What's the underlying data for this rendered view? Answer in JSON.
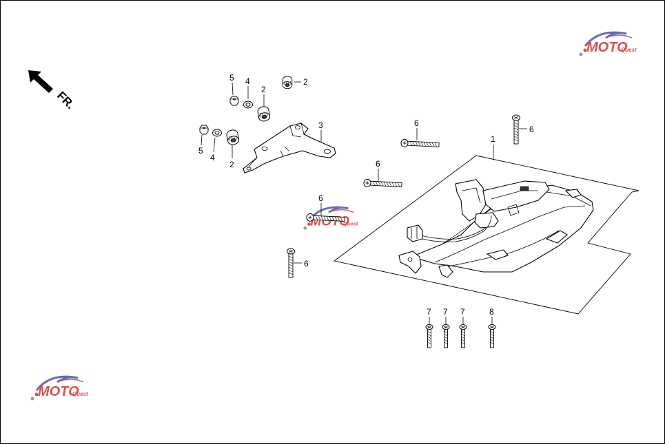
{
  "direction_label": "FR.",
  "callouts": [
    {
      "id": "c5a",
      "label": "5"
    },
    {
      "id": "c4a",
      "label": "4"
    },
    {
      "id": "c2a",
      "label": "2"
    },
    {
      "id": "c2b",
      "label": "2"
    },
    {
      "id": "c3",
      "label": "3"
    },
    {
      "id": "c5b",
      "label": "5"
    },
    {
      "id": "c4b",
      "label": "4"
    },
    {
      "id": "c2c",
      "label": "2"
    },
    {
      "id": "c6a",
      "label": "6"
    },
    {
      "id": "c6b",
      "label": "6"
    },
    {
      "id": "c6c",
      "label": "6"
    },
    {
      "id": "c6d",
      "label": "6"
    },
    {
      "id": "c6e",
      "label": "6"
    },
    {
      "id": "c1",
      "label": "1"
    },
    {
      "id": "c7a",
      "label": "7"
    },
    {
      "id": "c7b",
      "label": "7"
    },
    {
      "id": "c7c",
      "label": "7"
    },
    {
      "id": "c8",
      "label": "8"
    }
  ],
  "watermark": {
    "text": "MOTO",
    "subtext": "Quest",
    "colors": {
      "red": "#d9534f",
      "blue": "#5b6fb5",
      "gray": "#9a9a9a"
    }
  }
}
